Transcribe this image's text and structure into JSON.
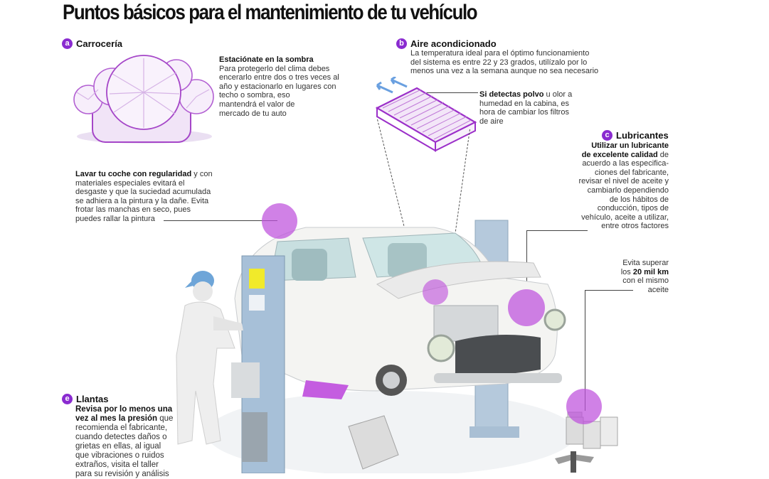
{
  "title": "Puntos básicos para el mantenimiento de tu vehículo",
  "accent_color": "#8a2bd0",
  "sections": {
    "a": {
      "badge": "a",
      "title": "Carrocería",
      "subtitle": "Estaciónate en la sombra",
      "lines": [
        "Para protegerlo del clima debes",
        "encerarlo entre dos o tres veces al",
        "año y estacionarlo en lugares con",
        "techo o sombra, eso",
        "mantendrá el valor de",
        "mercado de tu auto"
      ],
      "wash_bold": "Lavar tu coche con regularidad",
      "wash_rest_first": " y con",
      "wash_lines": [
        "materiales especiales evitará el",
        "desgaste y que la suciedad acumulada",
        "se adhiera a la pintura y la dañe. Evita",
        "frotar las manchas en seco, pues",
        "puedes rallar la pintura"
      ]
    },
    "b": {
      "badge": "b",
      "title": "Aire acondicionado",
      "lines": [
        "La temperatura ideal para el óptimo funcionamiento",
        "del sistema es entre 22 y 23 grados, utilízalo por lo",
        "menos una vez a la semana aunque no sea necesario"
      ],
      "filter_bold": "Si detectas polvo",
      "filter_rest_first": " u olor a",
      "filter_lines": [
        "humedad en la cabina, es",
        "hora de cambiar los filtros",
        "de aire"
      ]
    },
    "c": {
      "badge": "c",
      "title": "Lubricantes",
      "bold_lines": [
        "Utilizar un lubricante",
        "de excelente calidad"
      ],
      "bold_tail": " de",
      "lines": [
        "acuerdo a las especifica-",
        "ciones del fabricante,",
        "revisar el nivel de aceite y",
        "cambiarlo dependiendo",
        "de los hábitos de",
        "conducción, tipos de",
        "vehículo, aceite a utilizar,",
        "entre otros factores"
      ],
      "oil_pre": "Evita superar",
      "oil_los": "los ",
      "oil_bold": "20 mil km",
      "oil_lines": [
        "con el mismo",
        "aceite"
      ]
    },
    "e": {
      "badge": "e",
      "title": "Llantas",
      "bold_lines": [
        "Revisa por lo menos una",
        "vez al mes la presión"
      ],
      "bold_tail": " que",
      "lines": [
        "recomienda el fabricante,",
        "cuando detectes daños o",
        "grietas en ellas, al igual",
        "que vibraciones o ruidos",
        "extraños, visita el taller",
        "para su revisión y análisis"
      ]
    }
  }
}
